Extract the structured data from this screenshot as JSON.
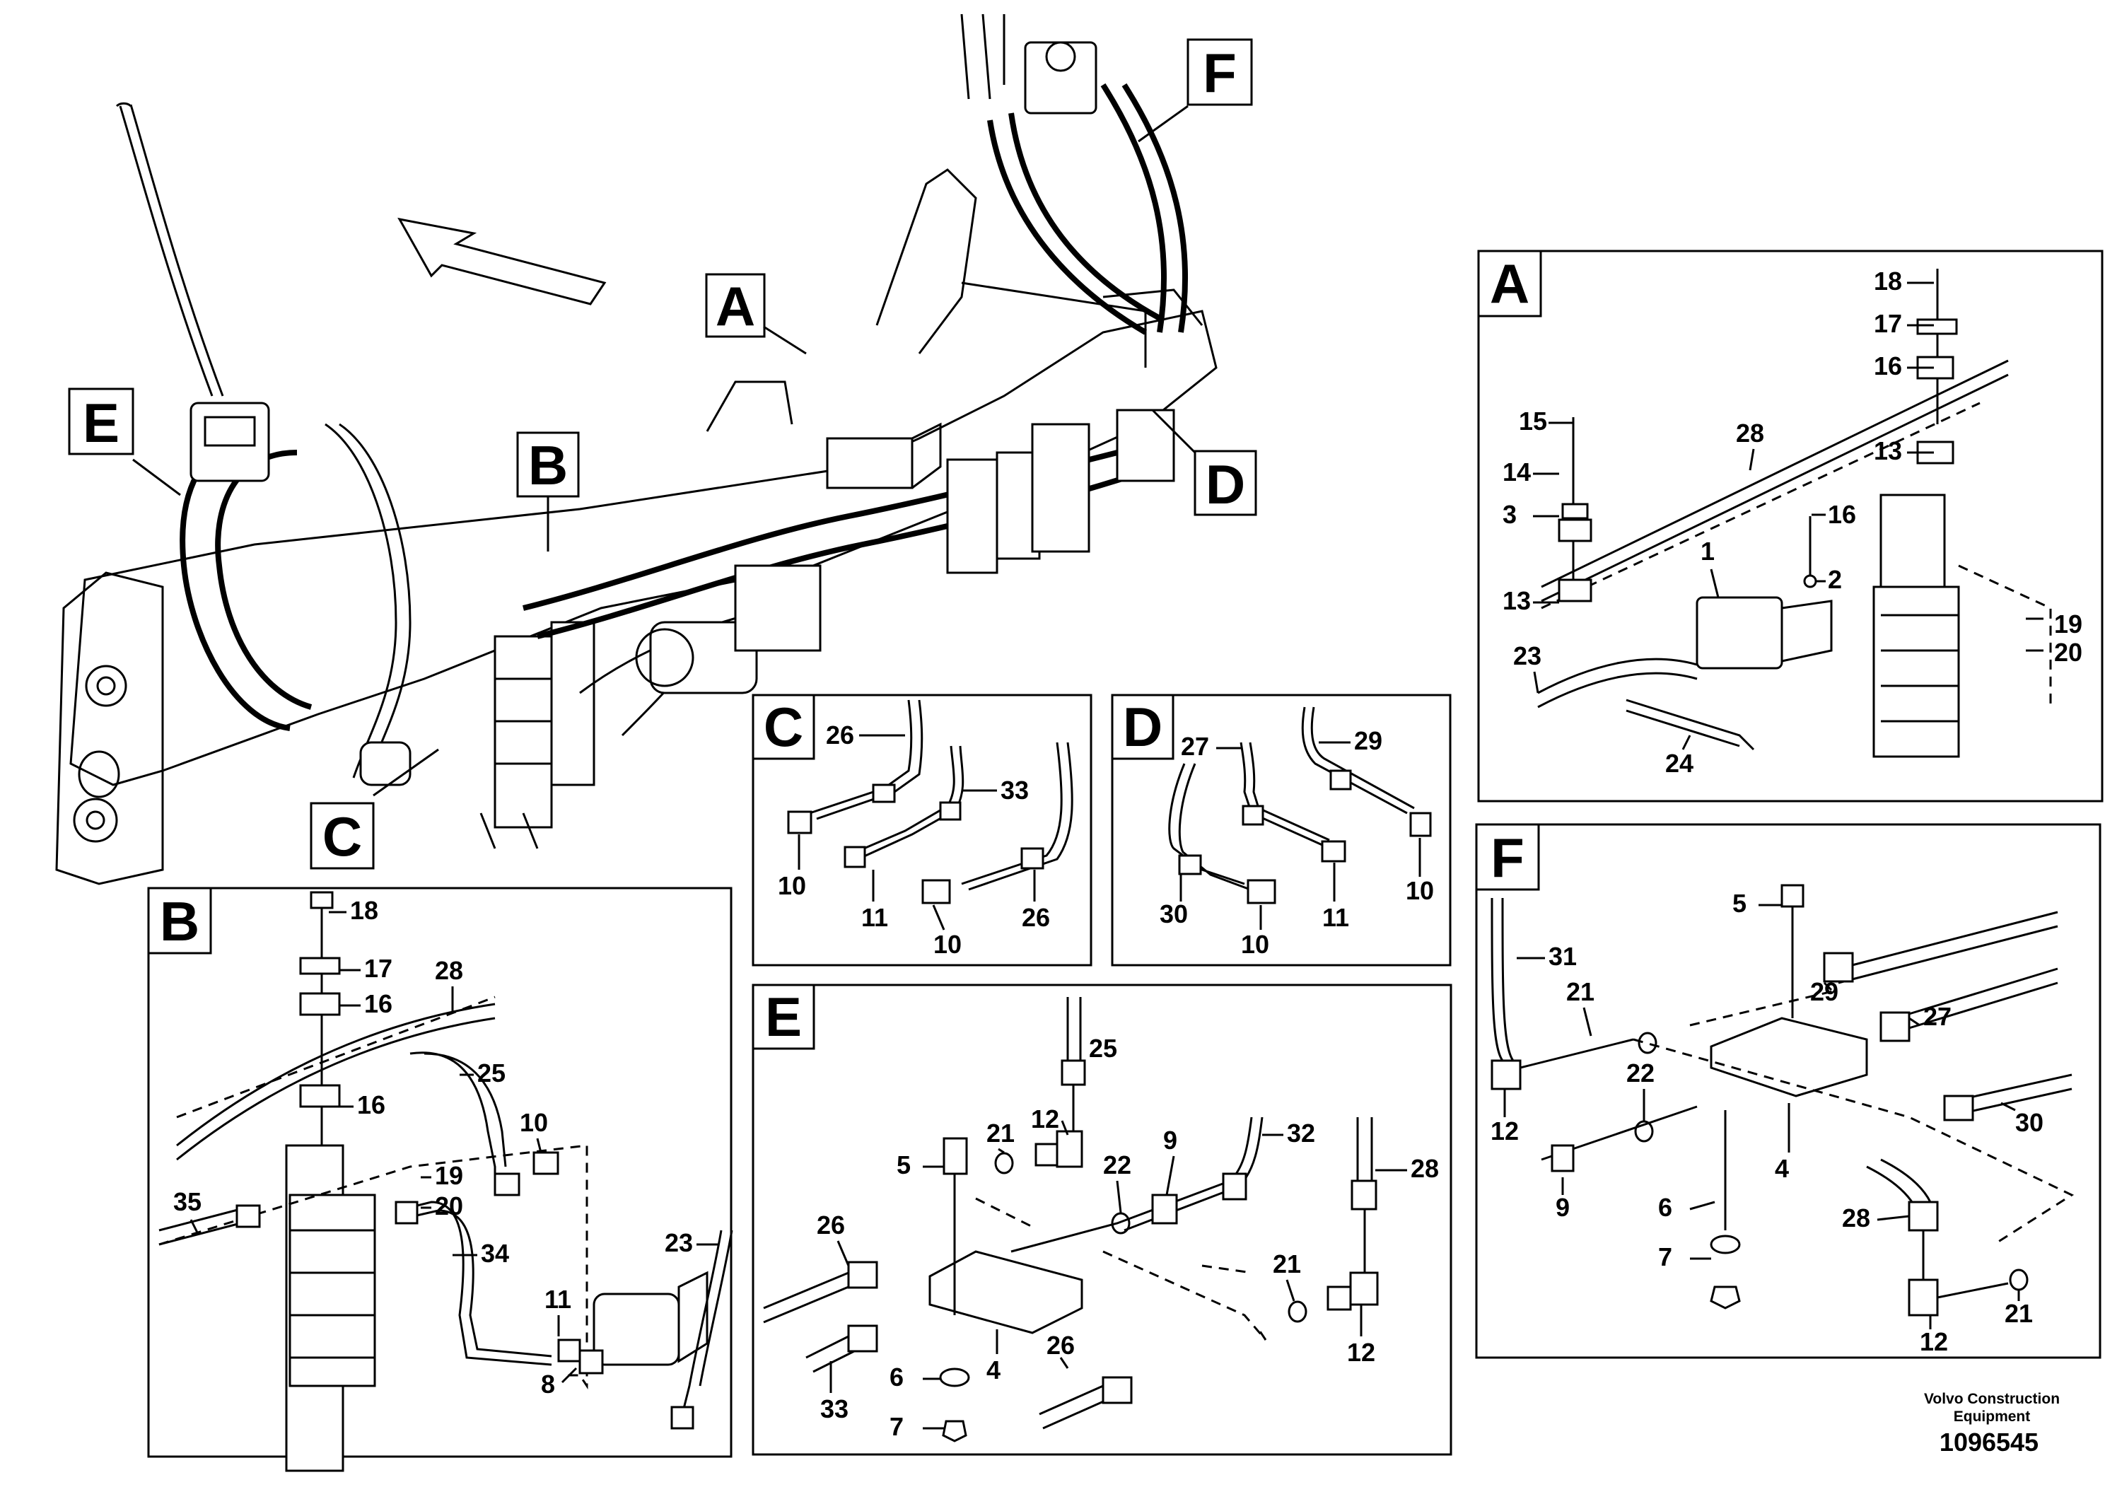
{
  "overview": {
    "callouts": {
      "A": "A",
      "B": "B",
      "C": "C",
      "D": "D",
      "E": "E",
      "F": "F"
    }
  },
  "panels": {
    "A": {
      "title": "A",
      "labels": [
        "18",
        "17",
        "16",
        "28",
        "15",
        "14",
        "13",
        "16",
        "3",
        "1",
        "2",
        "13",
        "19",
        "20",
        "23",
        "24"
      ]
    },
    "B": {
      "title": "B",
      "labels": [
        "18",
        "17",
        "16",
        "28",
        "25",
        "16",
        "10",
        "19",
        "20",
        "35",
        "34",
        "11",
        "23",
        "8"
      ]
    },
    "C": {
      "title": "C",
      "labels": [
        "26",
        "33",
        "10",
        "11",
        "10",
        "26"
      ]
    },
    "D": {
      "title": "D",
      "labels": [
        "27",
        "29",
        "30",
        "10",
        "11",
        "10"
      ]
    },
    "E": {
      "title": "E",
      "labels": [
        "25",
        "12",
        "5",
        "21",
        "22",
        "9",
        "32",
        "28",
        "26",
        "21",
        "33",
        "6",
        "4",
        "26",
        "7",
        "12"
      ]
    },
    "F": {
      "title": "F",
      "labels": [
        "5",
        "31",
        "21",
        "29",
        "22",
        "27",
        "30",
        "12",
        "4",
        "9",
        "6",
        "7",
        "28",
        "12",
        "21"
      ]
    }
  },
  "footer": {
    "line1": "Volvo Construction",
    "line2": "Equipment",
    "part_number": "1096545"
  }
}
